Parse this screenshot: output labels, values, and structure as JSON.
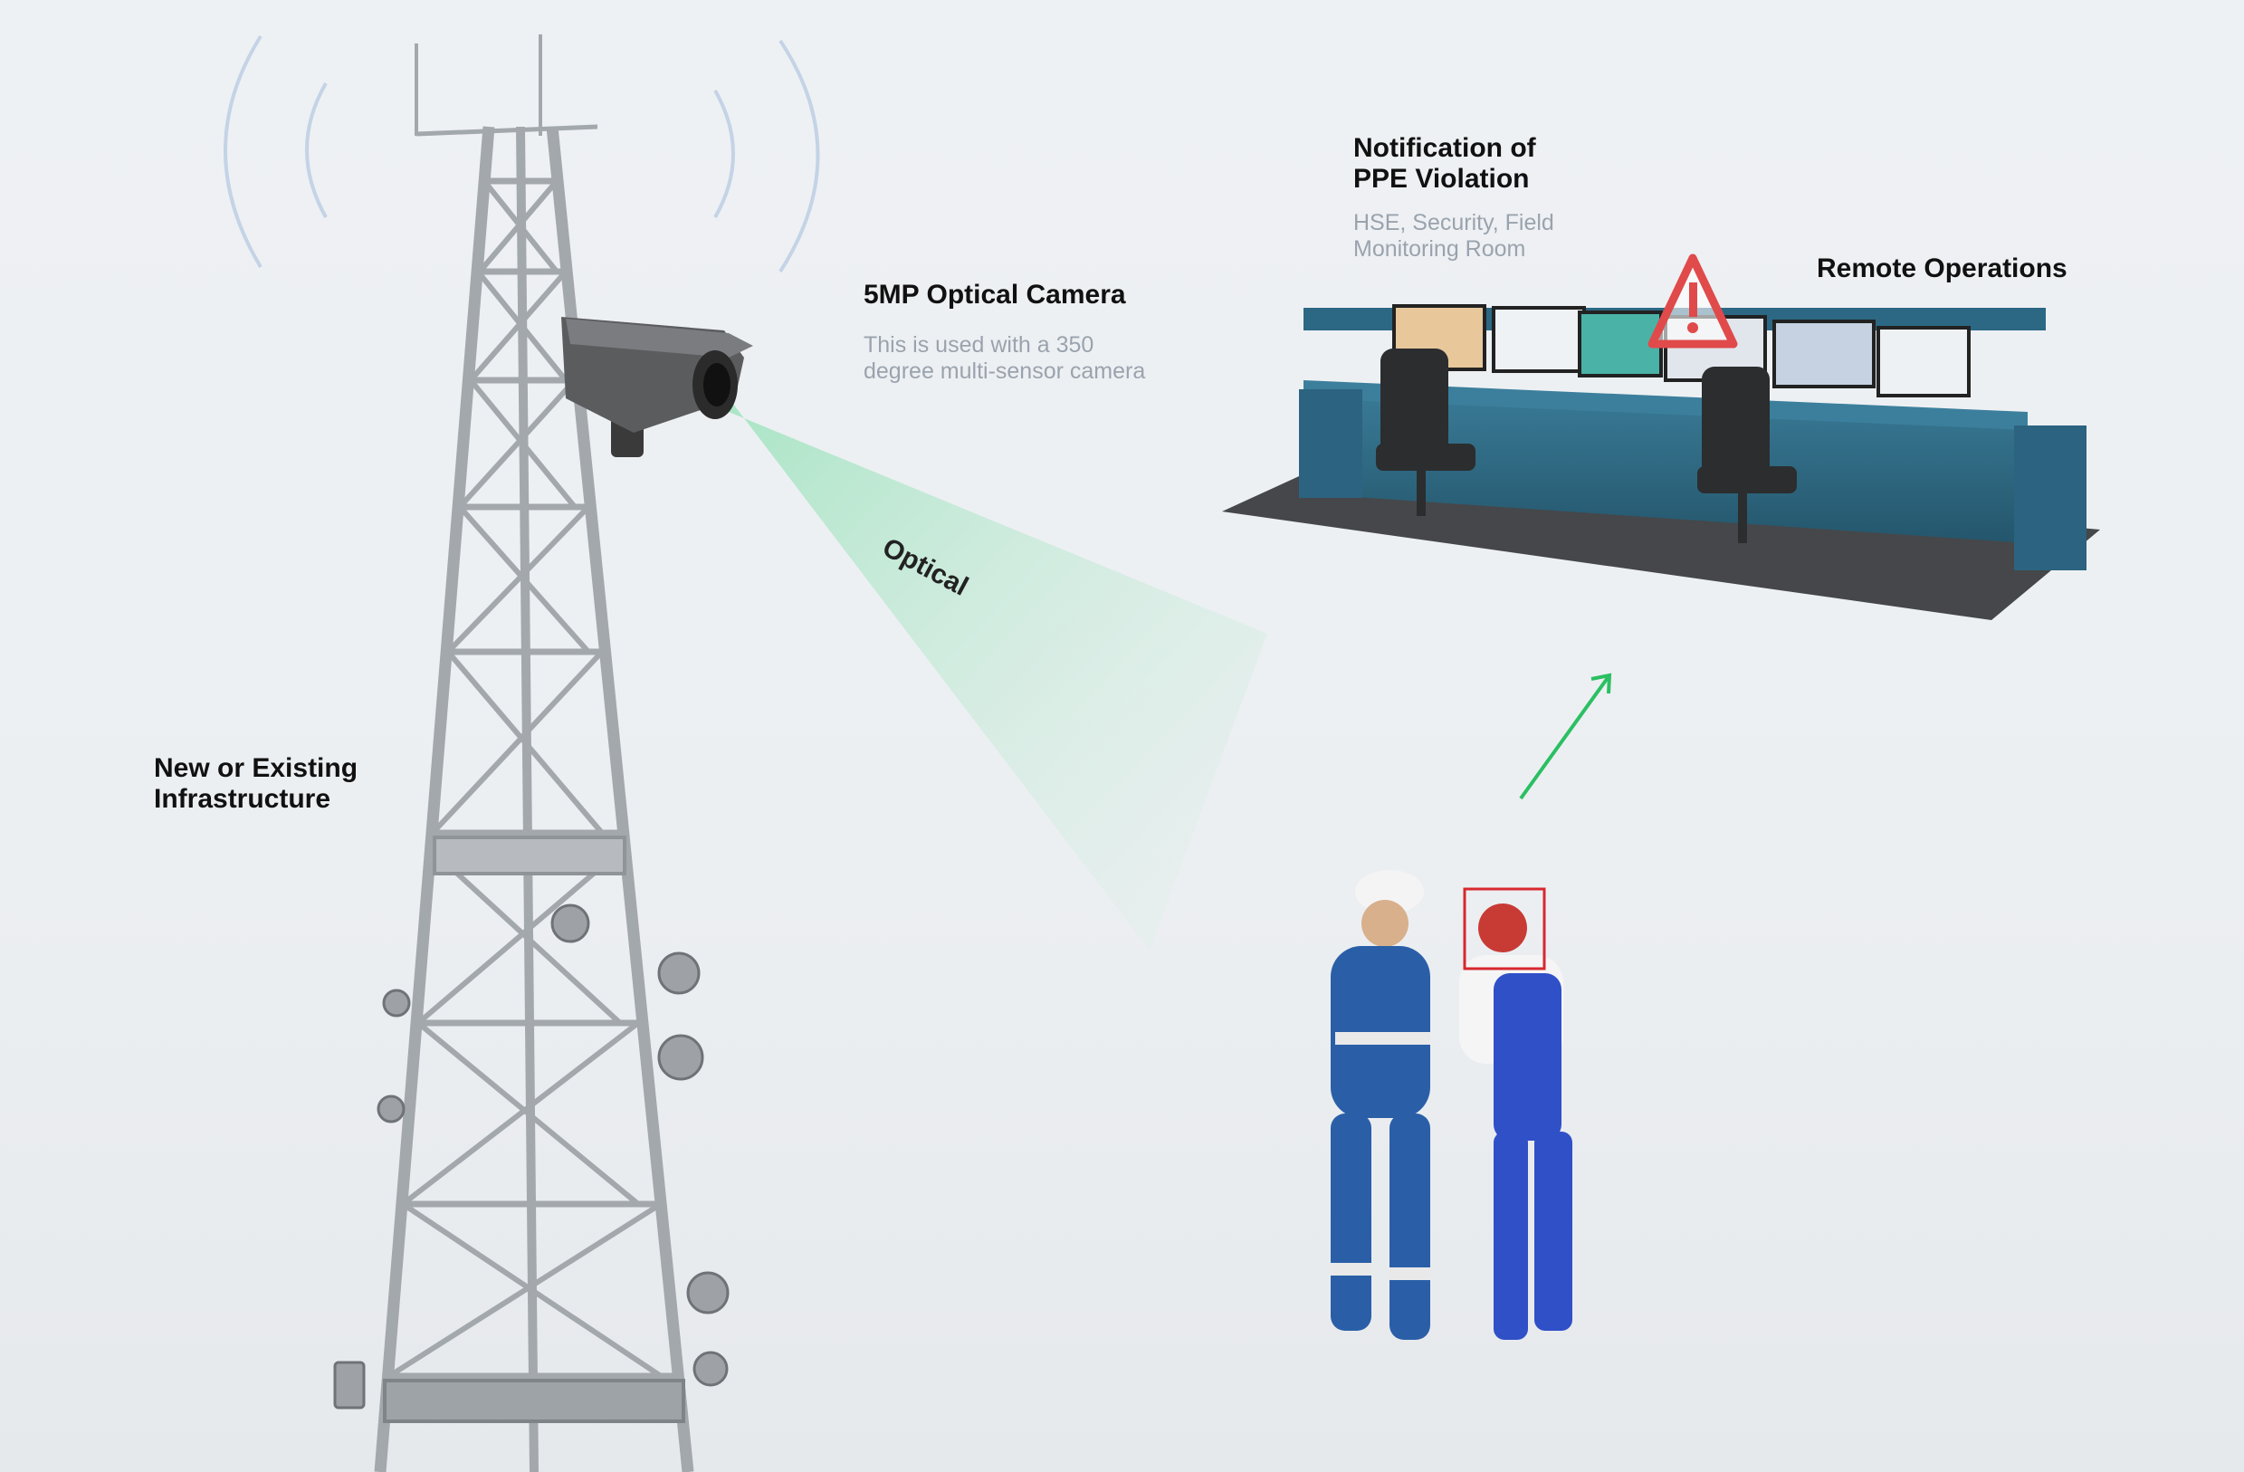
{
  "labels": {
    "infrastructure": {
      "line1": "New or Existing",
      "line2": "Infrastructure"
    },
    "camera": {
      "title": "5MP Optical Camera",
      "desc_line1": "This is used with a 350",
      "desc_line2": "degree multi-sensor camera"
    },
    "notification": {
      "line1": "Notification of",
      "line2": "PPE Violation",
      "sub_line1": "HSE, Security, Field",
      "sub_line2": "Monitoring Room"
    },
    "remote_ops": "Remote Operations",
    "beam": "Optical"
  },
  "colors": {
    "beam": "#7fd9a6",
    "arrow": "#2bbf63",
    "alert": "#e04a4a",
    "tower": "#a9aeb3",
    "desk": "#2f6b86",
    "coverall": "#2a5fa8",
    "overall": "#3050c8"
  }
}
